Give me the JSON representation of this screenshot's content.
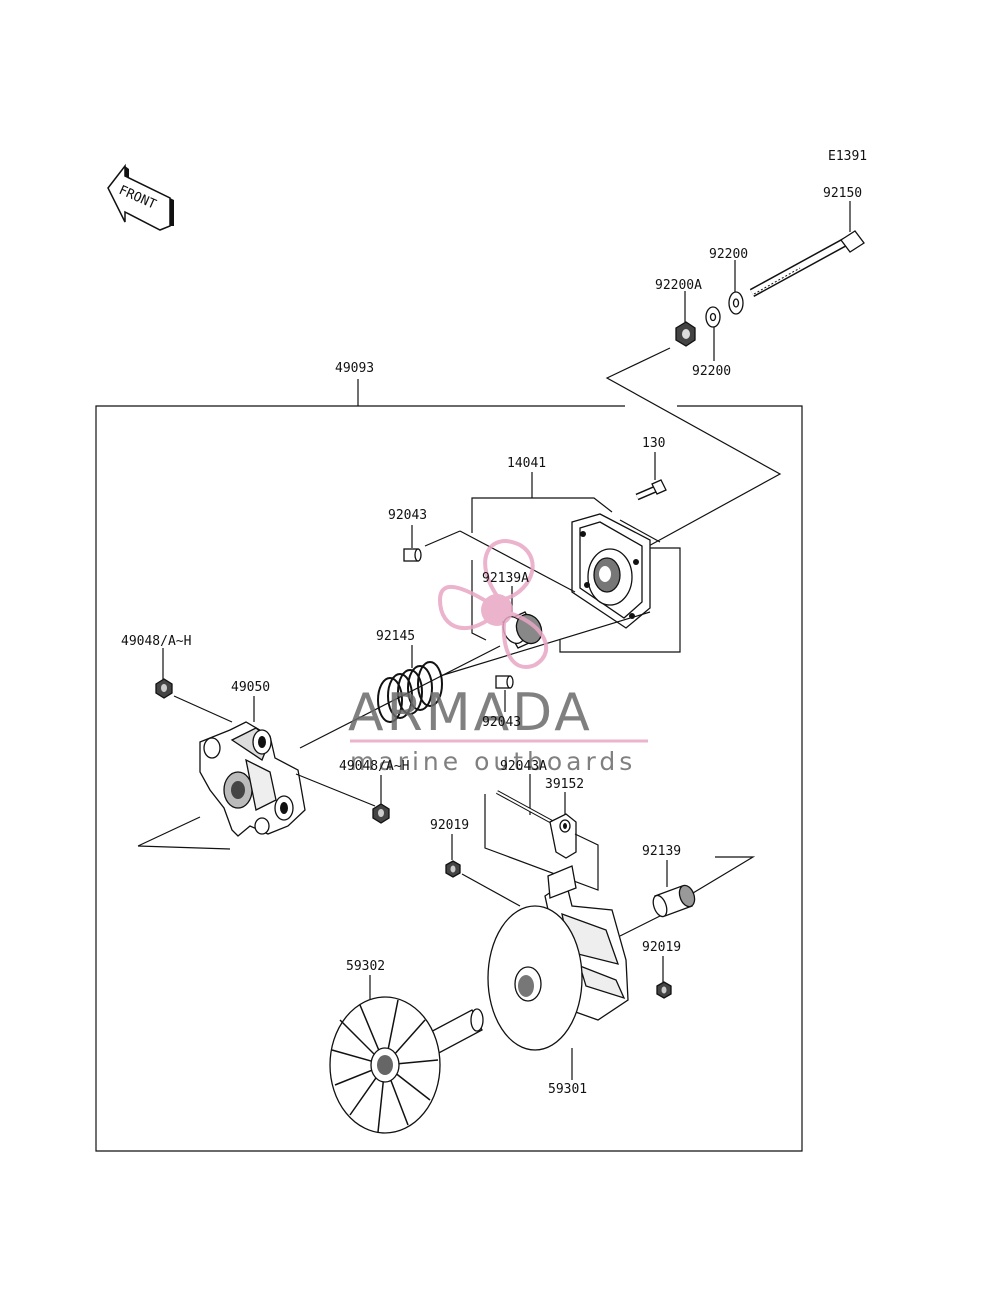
{
  "diagram_code": "E1391",
  "front_label": "FRONT",
  "watermark": {
    "brand": "ARMADA",
    "tagline": "marine outboards",
    "accent_color": "#e8a6c4"
  },
  "labels": {
    "p92150": "92150",
    "p92200_top": "92200",
    "p92200a": "92200A",
    "p92200_bottom": "92200",
    "p49093": "49093",
    "p130": "130",
    "p14041": "14041",
    "p92043_top": "92043",
    "p92139a": "92139A",
    "p49048_left": "49048/A~H",
    "p92145": "92145",
    "p49050": "49050",
    "p92043_mid": "92043",
    "p49048_right": "49048/A~H",
    "p92043a": "92043A",
    "p39152": "39152",
    "p92019_left": "92019",
    "p92139": "92139",
    "p92019_right": "92019",
    "p59302": "59302",
    "p59301": "59301"
  }
}
